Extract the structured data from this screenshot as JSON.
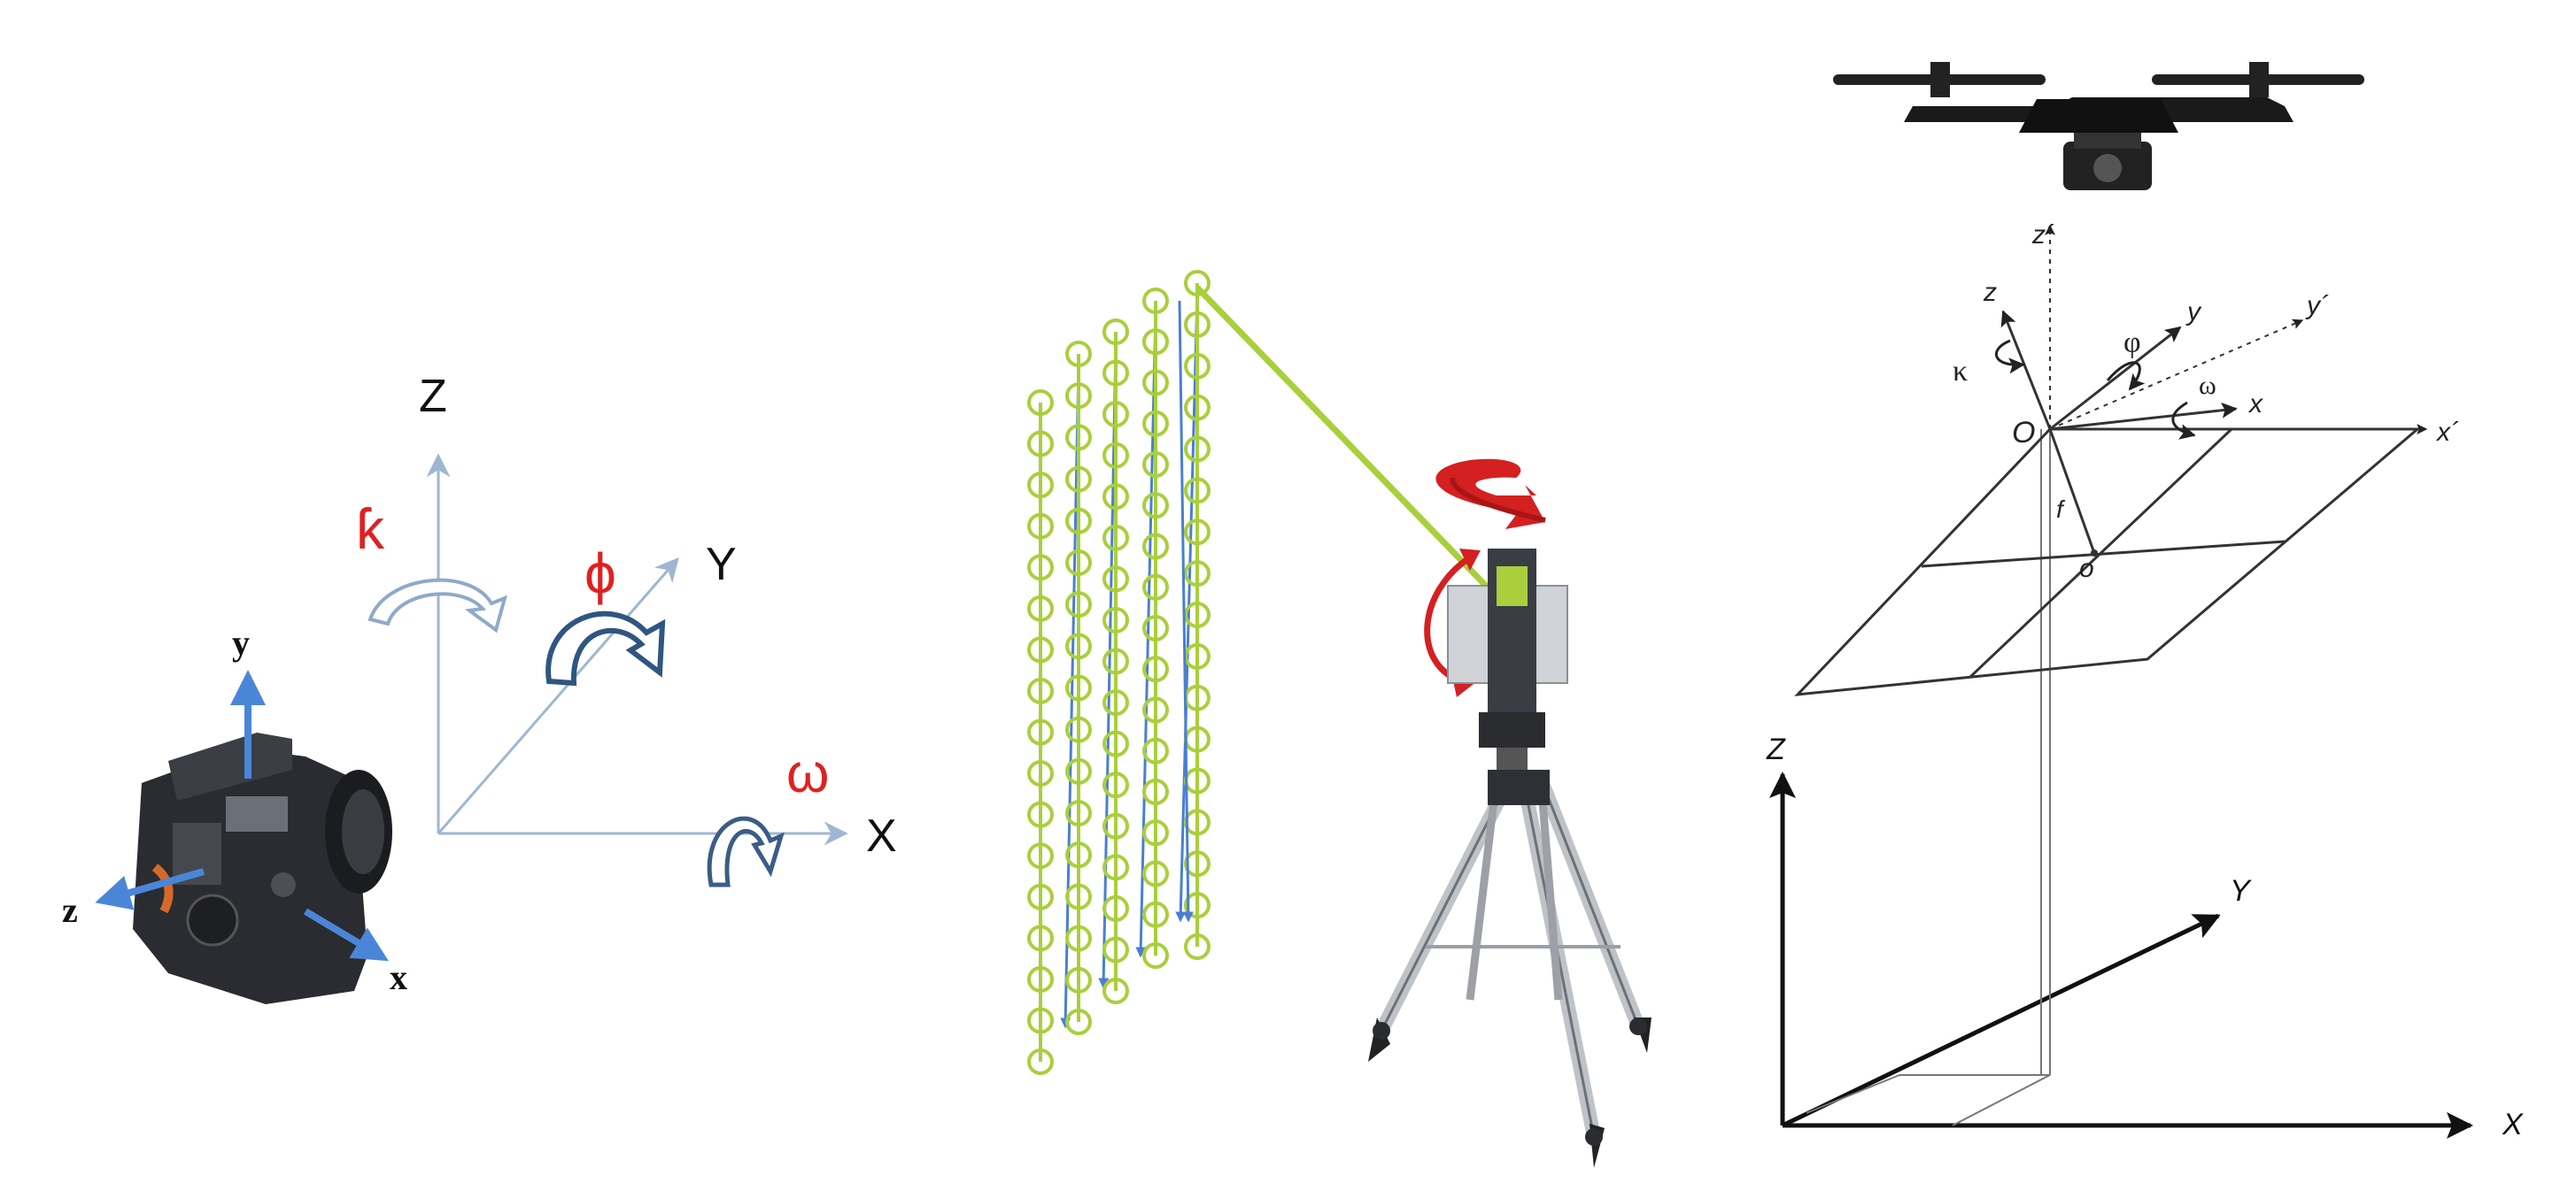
{
  "panel_camera": {
    "world_axes": {
      "x": "X",
      "y": "Y",
      "z": "Z"
    },
    "camera_axes": {
      "x": "x",
      "y": "y",
      "z": "z"
    },
    "rotations": {
      "kappa": "ƙ",
      "phi": "ϕ",
      "omega": "ω"
    }
  },
  "panel_scanner": {
    "scan_columns": 5
  },
  "panel_drone": {
    "primed_axes": {
      "x": "x´",
      "y": "y´",
      "z": "z´"
    },
    "image_axes": {
      "x": "x",
      "y": "y",
      "z": "z"
    },
    "rotations": {
      "kappa": "κ",
      "phi": "φ",
      "omega": "ω"
    },
    "projection_center": "O",
    "principal_point": "o",
    "focal_length": "f",
    "ground_axes": {
      "x": "X",
      "y": "Y",
      "z": "Z"
    }
  },
  "colors": {
    "axis_light": "#9fb6d3",
    "axis_dark": "#6f8fb5",
    "rotation_label": "#e02020",
    "camera_axis": "#4a86d8",
    "scan_green": "#a9cf3c",
    "scan_blue": "#4a7fd0",
    "scanner_arrow": "#d42020",
    "line_black": "#111111"
  }
}
